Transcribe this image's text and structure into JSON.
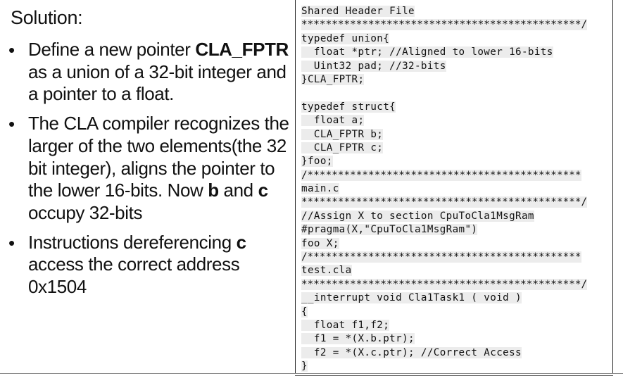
{
  "solution_heading": "Solution:",
  "bullets": [
    {
      "parts": [
        {
          "text": "Define a new pointer ",
          "bold": false
        },
        {
          "text": "CLA_FPTR",
          "bold": true
        },
        {
          "text": " as a union of a 32-bit integer and a pointer to a float.",
          "bold": false
        }
      ]
    },
    {
      "parts": [
        {
          "text": "The CLA compiler recognizes the larger of the two elements(the 32 bit integer), aligns the pointer to the lower 16-bits. Now ",
          "bold": false
        },
        {
          "text": "b",
          "bold": true
        },
        {
          "text": " and ",
          "bold": false
        },
        {
          "text": "c",
          "bold": true
        },
        {
          "text": " occupy 32-bits",
          "bold": false
        }
      ]
    },
    {
      "parts": [
        {
          "text": "Instructions dereferencing ",
          "bold": false
        },
        {
          "text": "c",
          "bold": true
        },
        {
          "text": " access the correct address 0x1504",
          "bold": false
        }
      ]
    }
  ],
  "code_lines": [
    {
      "text": "Shared Header File",
      "hl": true
    },
    {
      "text": "**********************************************/",
      "hl": true
    },
    {
      "text": "typedef union{",
      "hl": true
    },
    {
      "text": "  float *ptr; //Aligned to lower 16-bits",
      "hl": true
    },
    {
      "text": "  Uint32 pad; //32-bits",
      "hl": true
    },
    {
      "text": "}CLA_FPTR;",
      "hl": true
    },
    {
      "text": "",
      "hl": false
    },
    {
      "text": "typedef struct{",
      "hl": true
    },
    {
      "text": "  float a;",
      "hl": true
    },
    {
      "text": "  CLA_FPTR b;",
      "hl": true
    },
    {
      "text": "  CLA_FPTR c;",
      "hl": true
    },
    {
      "text": "}foo;",
      "hl": true
    },
    {
      "text": "/*********************************************",
      "hl": true
    },
    {
      "text": "main.c",
      "hl": true
    },
    {
      "text": "**********************************************/",
      "hl": true
    },
    {
      "text": "//Assign X to section CpuToCla1MsgRam",
      "hl": true
    },
    {
      "text": "#pragma(X,\"CpuToCla1MsgRam\")",
      "hl": true
    },
    {
      "text": "foo X;",
      "hl": true
    },
    {
      "text": "/*********************************************",
      "hl": true
    },
    {
      "text": "test.cla",
      "hl": true
    },
    {
      "text": "**********************************************/",
      "hl": true
    },
    {
      "text": "__interrupt void Cla1Task1 ( void )",
      "hl": true
    },
    {
      "text": "{",
      "hl": true
    },
    {
      "text": "  float f1,f2;",
      "hl": true
    },
    {
      "text": "  f1 = *(X.b.ptr);",
      "hl": true
    },
    {
      "text": "  f2 = *(X.c.ptr); //Correct Access",
      "hl": true
    },
    {
      "text": "}",
      "hl": true
    }
  ]
}
